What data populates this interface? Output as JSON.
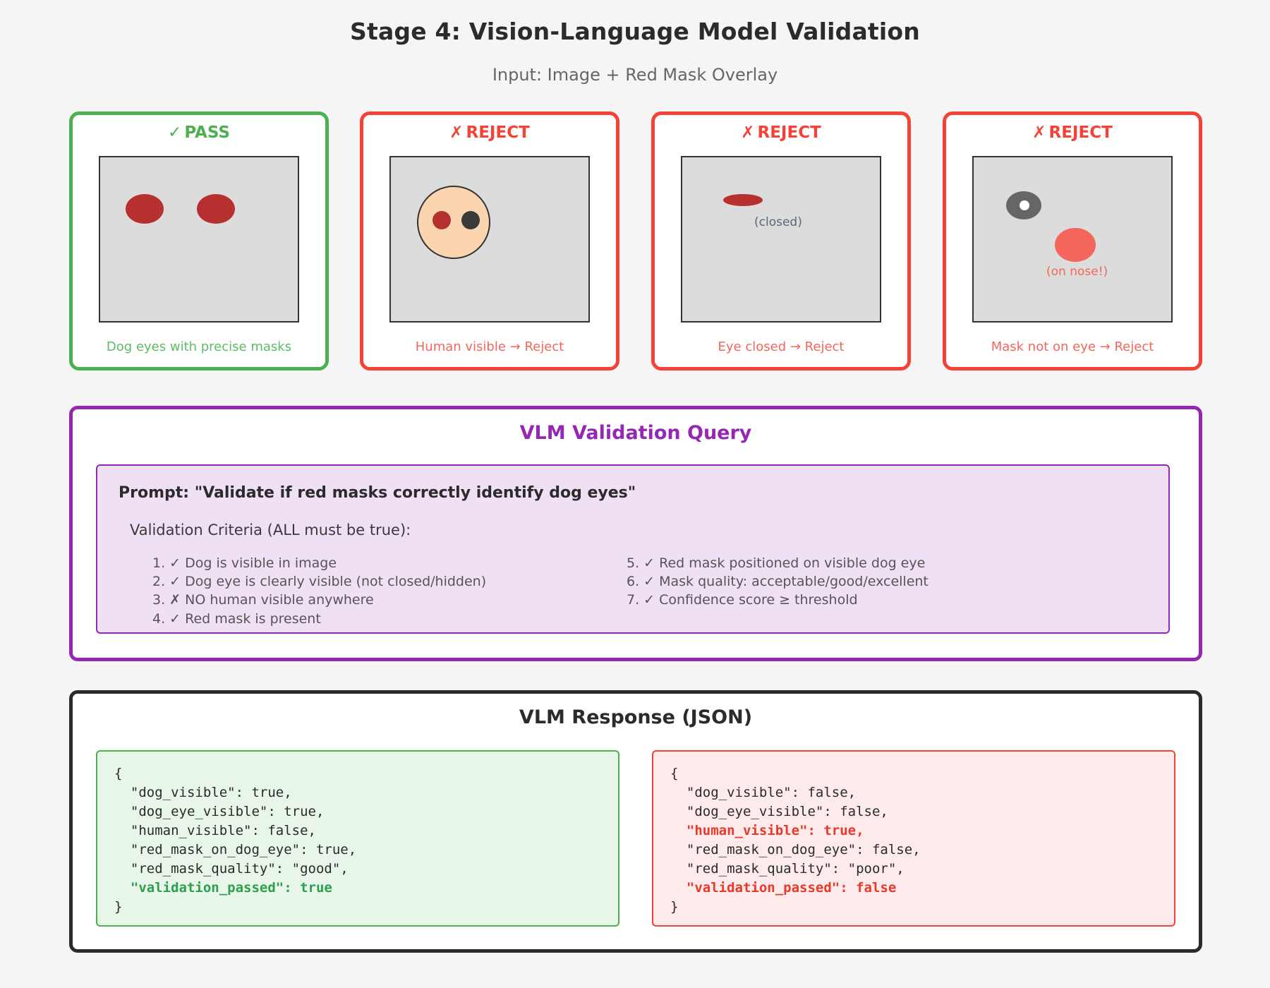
{
  "header": {
    "title": "Stage 4: Vision-Language Model Validation",
    "subtitle": "Input: Image + Red Mask Overlay"
  },
  "colors": {
    "pass_border": "#4CAF50",
    "reject_border": "#f44336",
    "query_border": "#9428b4",
    "query_body_bg": "#f0e0f4",
    "response_border": "#2b2b2b",
    "mask_red": "#b5302e",
    "mask_light_red": "#f4665c",
    "image_bg": "#dcdcdc",
    "skin": "#fbd5b0",
    "eye_gray": "#666666"
  },
  "cards": [
    {
      "verdict_mark": "✓",
      "verdict_label": "PASS",
      "status": "pass",
      "caption": "Dog eyes with precise masks",
      "notes": []
    },
    {
      "verdict_mark": "✗",
      "verdict_label": "REJECT",
      "status": "reject",
      "caption": "Human visible → Reject",
      "notes": []
    },
    {
      "verdict_mark": "✗",
      "verdict_label": "REJECT",
      "status": "reject",
      "caption": "Eye closed → Reject",
      "notes": [
        "(closed)"
      ]
    },
    {
      "verdict_mark": "✗",
      "verdict_label": "REJECT",
      "status": "reject",
      "caption": "Mask not on eye → Reject",
      "notes": [
        "(on nose!)"
      ]
    }
  ],
  "query": {
    "title": "VLM Validation Query",
    "prompt": "Prompt: \"Validate if red masks correctly identify dog eyes\"",
    "criteria_heading": "Validation Criteria (ALL must be true):",
    "criteria_left": [
      "1. ✓ Dog is visible in image",
      "2. ✓ Dog eye is clearly visible (not closed/hidden)",
      "3. ✗ NO human visible anywhere",
      "4. ✓ Red mask is present"
    ],
    "criteria_right": [
      "5. ✓ Red mask positioned on visible dog eye",
      "6. ✓ Mask quality: acceptable/good/excellent",
      "7. ✓ Confidence score ≥ threshold"
    ]
  },
  "response": {
    "title": "VLM Response (JSON)",
    "pass_json": [
      {
        "text": "{",
        "highlight": "none"
      },
      {
        "text": "  \"dog_visible\": true,",
        "highlight": "none"
      },
      {
        "text": "  \"dog_eye_visible\": true,",
        "highlight": "none"
      },
      {
        "text": "  \"human_visible\": false,",
        "highlight": "none"
      },
      {
        "text": "  \"red_mask_on_dog_eye\": true,",
        "highlight": "none"
      },
      {
        "text": "  \"red_mask_quality\": \"good\",",
        "highlight": "none"
      },
      {
        "text": "  \"validation_passed\": true",
        "highlight": "ok"
      },
      {
        "text": "}",
        "highlight": "none"
      }
    ],
    "fail_json": [
      {
        "text": "{",
        "highlight": "none"
      },
      {
        "text": "  \"dog_visible\": false,",
        "highlight": "none"
      },
      {
        "text": "  \"dog_eye_visible\": false,",
        "highlight": "none"
      },
      {
        "text": "  \"human_visible\": true,",
        "highlight": "bad"
      },
      {
        "text": "  \"red_mask_on_dog_eye\": false,",
        "highlight": "none"
      },
      {
        "text": "  \"red_mask_quality\": \"poor\",",
        "highlight": "none"
      },
      {
        "text": "  \"validation_passed\": false",
        "highlight": "bad"
      },
      {
        "text": "}",
        "highlight": "none"
      }
    ]
  }
}
